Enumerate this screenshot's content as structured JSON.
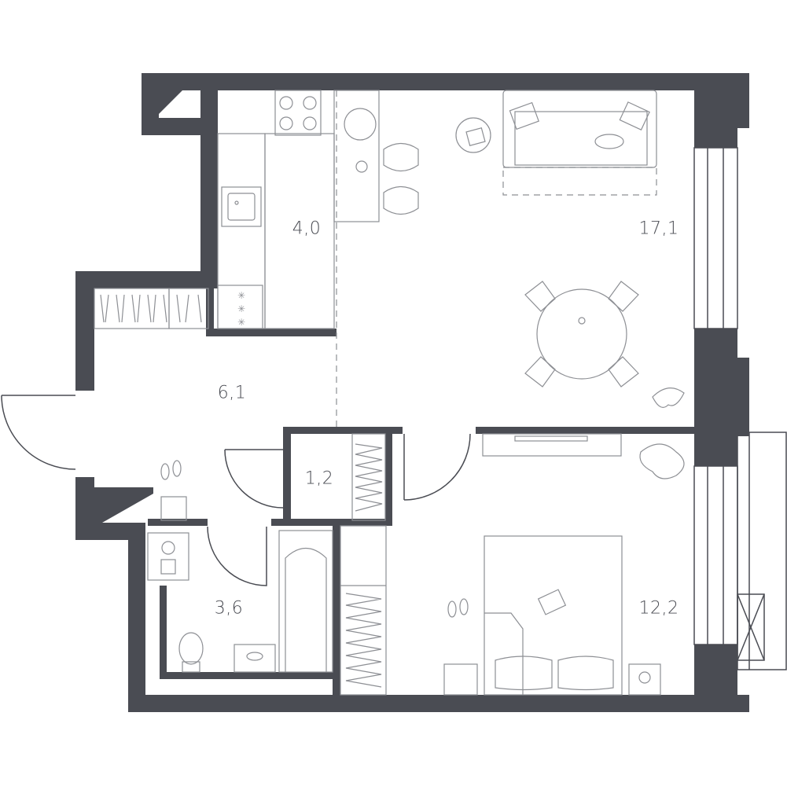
{
  "rooms": [
    {
      "id": "kitchen",
      "area": "4,0"
    },
    {
      "id": "living",
      "area": "17,1"
    },
    {
      "id": "hall",
      "area": "6,1"
    },
    {
      "id": "closet",
      "area": "1,2"
    },
    {
      "id": "bathroom",
      "area": "3,6"
    },
    {
      "id": "bedroom",
      "area": "12,2"
    }
  ],
  "colors": {
    "wall": "#4a4c53",
    "furniture": "#8d8f94",
    "background": "#ffffff"
  }
}
